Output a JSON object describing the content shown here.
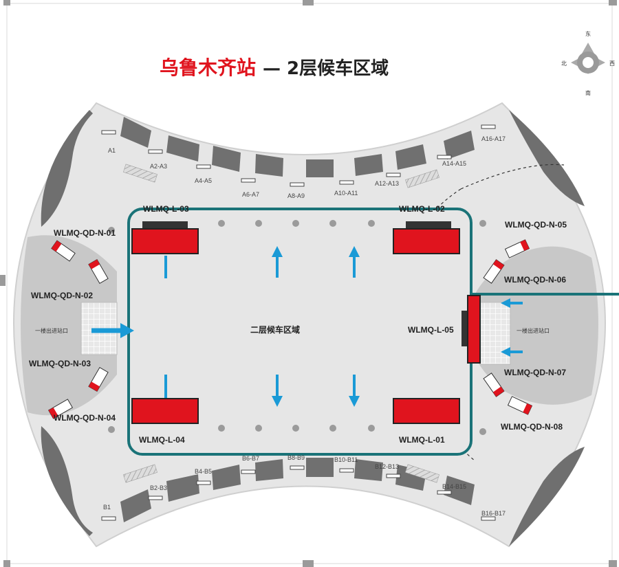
{
  "title": {
    "station": "乌鲁木齐站",
    "suffix": "— 2层候车区域"
  },
  "compass": {
    "north": "北",
    "south": "南",
    "east": "东",
    "west": "西"
  },
  "hall_label": "二层候车区域",
  "entrances": {
    "west": "一楼出进站口",
    "east": "一楼出进站口"
  },
  "screens": {
    "l03": "WLMQ-L-03",
    "l02": "WLMQ-L-02",
    "l04": "WLMQ-L-04",
    "l01": "WLMQ-L-01",
    "l05": "WLMQ-L-05"
  },
  "kiosks": {
    "n01": "WLMQ-QD-N-01",
    "n02": "WLMQ-QD-N-02",
    "n03": "WLMQ-QD-N-03",
    "n04": "WLMQ-QD-N-04",
    "n05": "WLMQ-QD-N-05",
    "n06": "WLMQ-QD-N-06",
    "n07": "WLMQ-QD-N-07",
    "n08": "WLMQ-QD-N-08"
  },
  "gates_top": [
    "A1",
    "A2-A3",
    "A4-A5",
    "A6-A7",
    "A8-A9",
    "A10-A11",
    "A12-A13",
    "A14-A15",
    "A16-A17"
  ],
  "gates_bottom": [
    "B1",
    "B2-B3",
    "B4-B5",
    "B6-B7",
    "B8-B9",
    "B10-B11",
    "B12-B13",
    "B14-B15",
    "B16-B17"
  ],
  "colors": {
    "hall_border": "#1a7378",
    "screen_red": "#e0141e",
    "arrow_blue": "#1a9ad6",
    "title_red": "#e0141e",
    "floor": "#e6e6e6",
    "wall": "#6f6f6f"
  }
}
